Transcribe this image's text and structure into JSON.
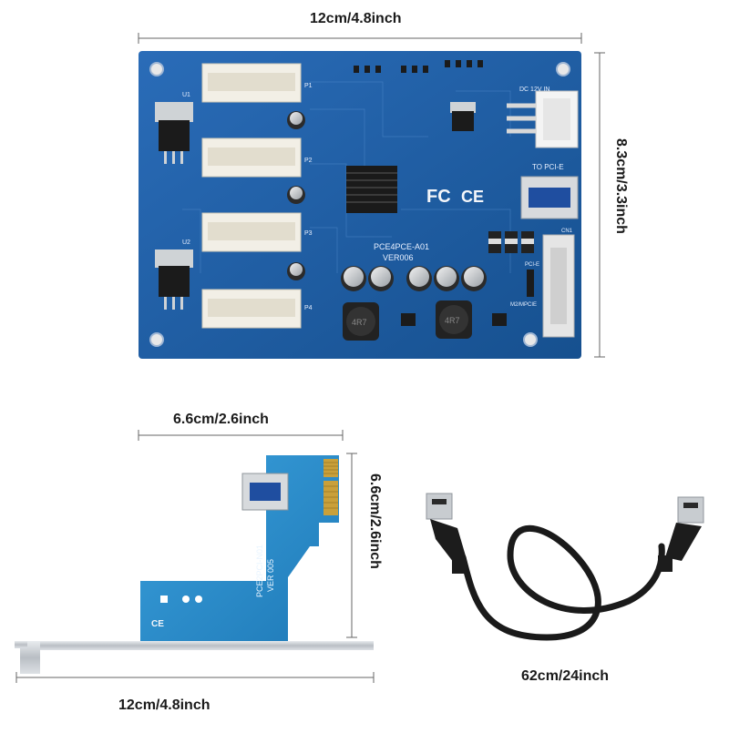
{
  "dimensions": {
    "main_board_width": "12cm/4.8inch",
    "main_board_height": "8.3cm/3.3inch",
    "adapter_width": "6.6cm/2.6inch",
    "adapter_height": "6.6cm/2.6inch",
    "bracket_width": "12cm/4.8inch",
    "cable_length": "62cm/24inch"
  },
  "board_text": {
    "model": "PCE4PCE-A01",
    "version": "VER006",
    "to_pcie": "TO PCI-E",
    "power": "DC 12V IN",
    "inductor": "4R7",
    "p1": "P1",
    "p2": "P2",
    "p3": "P3",
    "p4": "P4",
    "u1": "U1",
    "u2": "U2",
    "cn1": "CN1",
    "m2": "M2/MPCIE",
    "pcie_jumper": "PCI-E"
  },
  "adapter_text": {
    "model": "PCE2PCI-N01",
    "version": "VER 005"
  },
  "marks": {
    "fcc": "FC",
    "ce": "CE"
  },
  "colors": {
    "pcb_blue": "#1f5fa8",
    "adapter_blue": "#2a8fcf",
    "slot_white": "#f2efe6",
    "gold": "#c9a03a"
  }
}
